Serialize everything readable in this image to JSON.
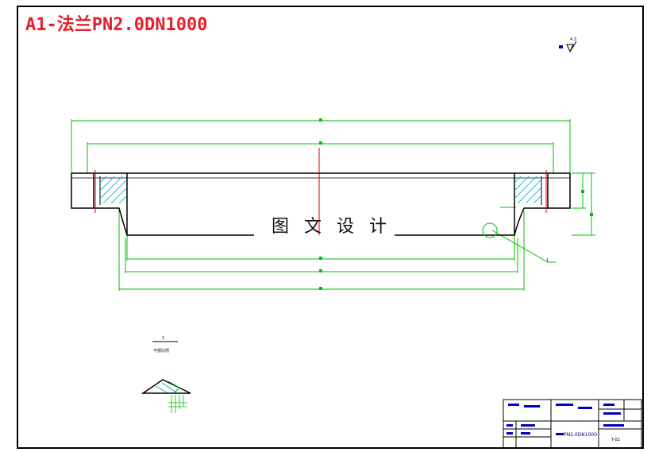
{
  "drawing": {
    "title": "A1-法兰PN2.0DN1000",
    "watermark": "图 文 设 计",
    "surface_finish": "4.3",
    "detail_scale_number": "1",
    "detail_scale_label": "不放比例",
    "leader_note": "1"
  },
  "title_block": {
    "name_cell": "PN2.0DN1000",
    "drawing_number": "T-02"
  },
  "colors": {
    "outline": "#000000",
    "dimension": "#00c000",
    "centerline": "#e00000",
    "hatch": "#00a0c8",
    "title": "#e8202a",
    "frame": "#000000",
    "marker": "#0000c0"
  }
}
